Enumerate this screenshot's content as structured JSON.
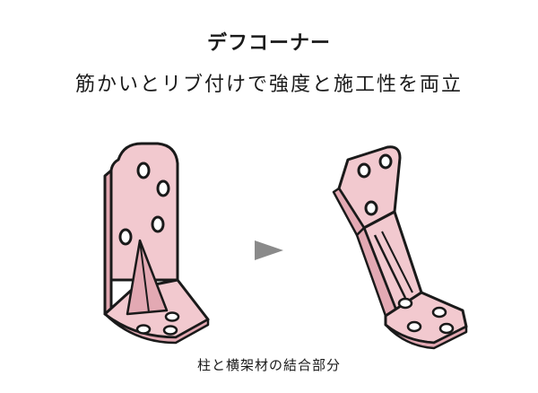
{
  "header": {
    "title": "デフコーナー",
    "subtitle": "筋かいとリブ付けで強度と施工性を両立"
  },
  "figure": {
    "caption": "柱と横架材の結合部分",
    "arrow_icon": "right-triangle-arrow-icon",
    "colors": {
      "bracket_fill": "#f2c9cf",
      "bracket_shade": "#e3a9b3",
      "outline": "#1a1a1a",
      "arrow": "#8a8a8a"
    }
  }
}
